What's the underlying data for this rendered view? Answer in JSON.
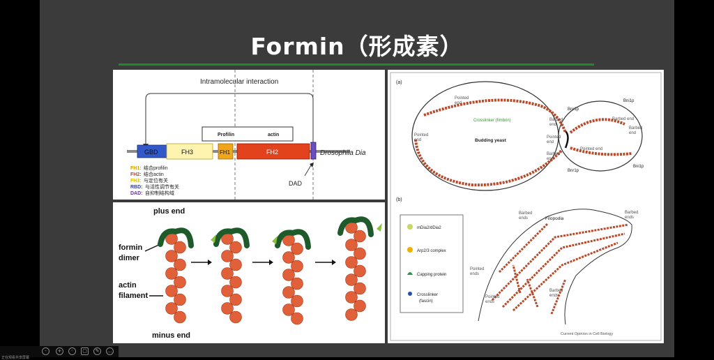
{
  "slide": {
    "title": "Formin（形成素）"
  },
  "domain_diagram": {
    "header": "Intramolecular interaction",
    "box_profilin": "Profilin",
    "box_actin": "actin",
    "domains": [
      "GBD",
      "FH3",
      "FH1",
      "FH2"
    ],
    "species": "Drosophila Dia",
    "dad": "DAD",
    "legend": [
      {
        "key": "FH1:",
        "text": "结合profilin",
        "color": "#d4a000"
      },
      {
        "key": "FH2:",
        "text": "结合actin",
        "color": "#d93a1a"
      },
      {
        "key": "FH3:",
        "text": "与定位有关",
        "color": "#e0c000"
      },
      {
        "key": "RBD:",
        "text": "与活性调节有关",
        "color": "#2040c0"
      },
      {
        "key": "DAD:",
        "text": "自抑制结构域",
        "color": "#6030a0"
      }
    ]
  },
  "filament_diagram": {
    "plus_end": "plus end",
    "formin": "formin",
    "dimer": "dimer",
    "actin": "actin",
    "filament": "filament",
    "minus_end": "minus end"
  },
  "cell_diagram": {
    "a": "(a)",
    "b": "(b)",
    "pointed_end": "Pointed\nend",
    "crosslinker": "Crosslinker (fimbrin)",
    "budding": "Budding yeast",
    "bnr1p": "Bnr1p",
    "bni1p": "Bni1p",
    "barbed_end": "Barbed\nend",
    "pointed_end2": "Pointed end",
    "filopodia": "Filopodia",
    "barbed_ends": "Barbed\nends",
    "pointed_ends": "Pointed\nends",
    "legend": [
      "mDia2/dDia2",
      "Arp2/3 complex",
      "Capping protein",
      "Crosslinker",
      "(fascin)"
    ],
    "source": "Current Opinion in Cell Biology"
  },
  "taskbar": {
    "label": "正在观看共享屏幕"
  }
}
